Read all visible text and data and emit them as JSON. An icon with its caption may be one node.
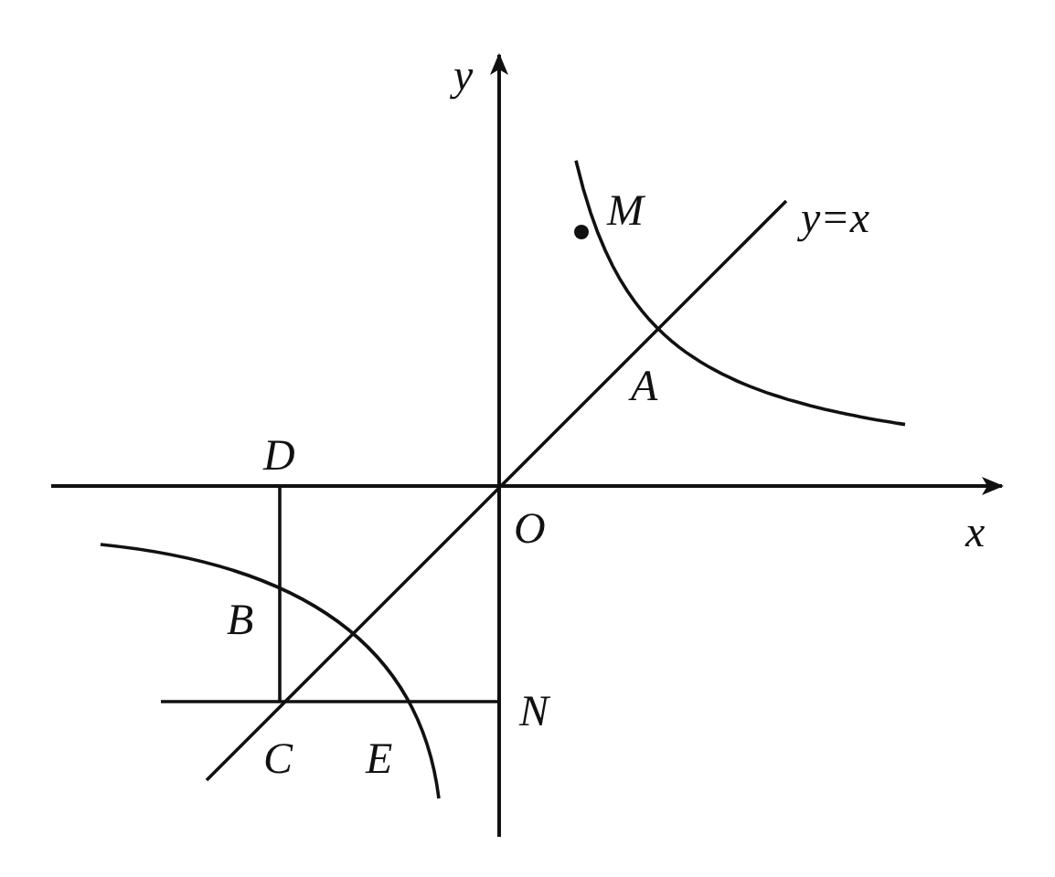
{
  "diagram": {
    "labels": [
      "y",
      "M",
      "y=x",
      "A",
      "D",
      "O",
      "x",
      "B",
      "N",
      "C",
      "E"
    ]
  }
}
